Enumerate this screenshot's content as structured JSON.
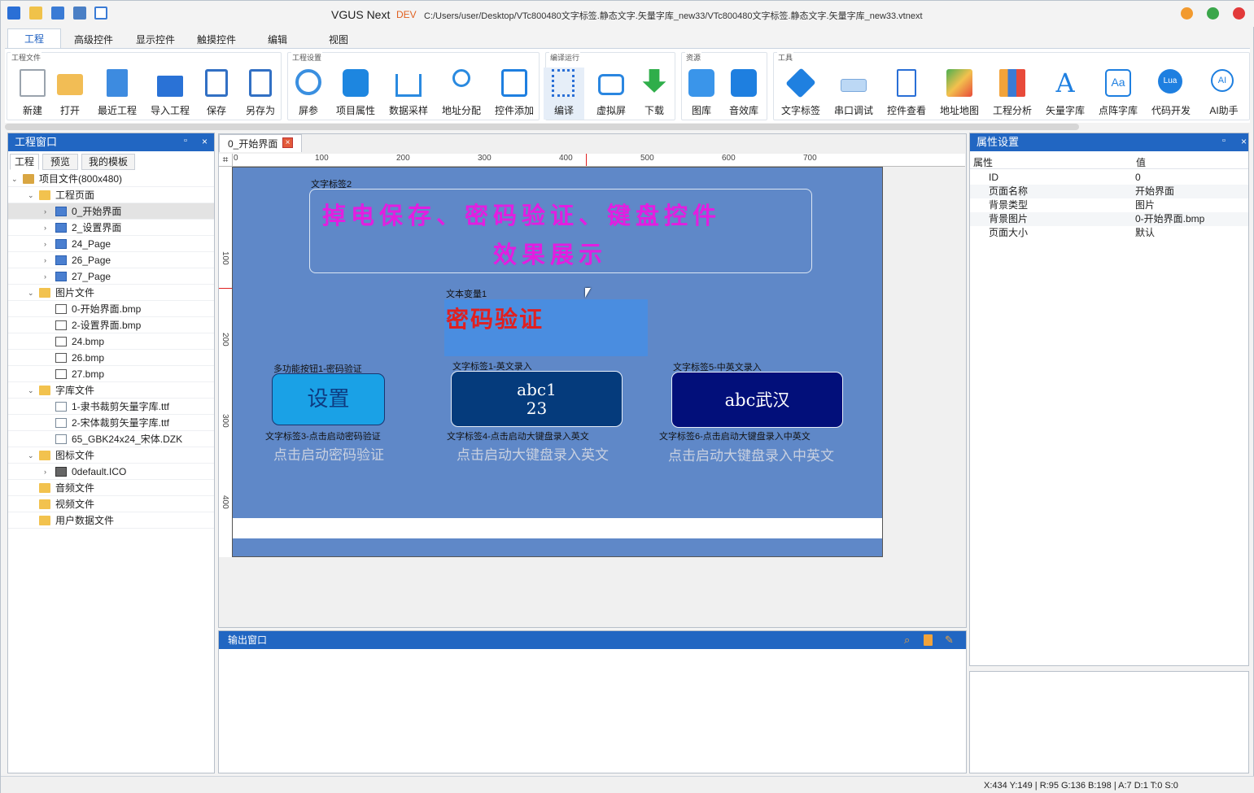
{
  "app": {
    "name": "VGUS Next",
    "edition": "DEV",
    "path": "C:/Users/user/Desktop/VTc800480文字标签.静态文字.矢量字库_new33/VTc800480文字标签.静态文字.矢量字库_new33.vtnext"
  },
  "menu": [
    "工程",
    "高级控件",
    "显示控件",
    "触摸控件",
    "编辑",
    "视图"
  ],
  "ribbon": {
    "groups": [
      {
        "title": "工程文件",
        "buttons": [
          {
            "label": "新建",
            "icon": "new-file-icon"
          },
          {
            "label": "打开",
            "icon": "open-folder-icon"
          },
          {
            "label": "最近工程",
            "icon": "recent-project-icon"
          },
          {
            "label": "导入工程",
            "icon": "import-project-icon"
          },
          {
            "label": "保存",
            "icon": "save-icon"
          },
          {
            "label": "另存为",
            "icon": "save-as-icon"
          }
        ]
      },
      {
        "title": "工程设置",
        "buttons": [
          {
            "label": "屏参",
            "icon": "screen-params-icon"
          },
          {
            "label": "项目属性",
            "icon": "project-properties-icon"
          },
          {
            "label": "数据采样",
            "icon": "data-sampling-icon"
          },
          {
            "label": "地址分配",
            "icon": "address-allocation-icon"
          },
          {
            "label": "控件添加",
            "icon": "add-control-icon"
          }
        ]
      },
      {
        "title": "编译运行",
        "buttons": [
          {
            "label": "编译",
            "icon": "compile-icon"
          },
          {
            "label": "虚拟屏",
            "icon": "virtual-screen-icon"
          },
          {
            "label": "下载",
            "icon": "download-icon"
          }
        ]
      },
      {
        "title": "资源",
        "buttons": [
          {
            "label": "图库",
            "icon": "image-library-icon"
          },
          {
            "label": "音效库",
            "icon": "sound-library-icon"
          }
        ]
      },
      {
        "title": "工具",
        "buttons": [
          {
            "label": "文字标签",
            "icon": "text-tag-icon"
          },
          {
            "label": "串口调试",
            "icon": "serial-debug-icon"
          },
          {
            "label": "控件查看",
            "icon": "control-view-icon"
          },
          {
            "label": "地址地图",
            "icon": "address-map-icon"
          },
          {
            "label": "工程分析",
            "icon": "project-analysis-icon"
          },
          {
            "label": "矢量字库",
            "icon": "vector-font-icon"
          },
          {
            "label": "点阵字库",
            "icon": "bitmap-font-icon"
          },
          {
            "label": "代码开发",
            "icon": "lua-code-icon"
          },
          {
            "label": "AI助手",
            "icon": "ai-assistant-icon"
          }
        ]
      }
    ]
  },
  "left_panel": {
    "title": "工程窗口",
    "tabs": [
      "工程",
      "预览",
      "我的模板"
    ],
    "tree": [
      {
        "label": "项目文件(800x480)",
        "level": 0,
        "expand": "open",
        "icon": "project-icon"
      },
      {
        "label": "工程页面",
        "level": 1,
        "expand": "open",
        "icon": "folder-icon"
      },
      {
        "label": "0_开始界面",
        "level": 2,
        "expand": "closed",
        "icon": "page-icon",
        "selected": true
      },
      {
        "label": "2_设置界面",
        "level": 2,
        "expand": "closed",
        "icon": "page-icon"
      },
      {
        "label": "24_Page",
        "level": 2,
        "expand": "closed",
        "icon": "page-icon"
      },
      {
        "label": "26_Page",
        "level": 2,
        "expand": "closed",
        "icon": "page-icon"
      },
      {
        "label": "27_Page",
        "level": 2,
        "expand": "closed",
        "icon": "page-icon"
      },
      {
        "label": "图片文件",
        "level": 1,
        "expand": "open",
        "icon": "folder-icon"
      },
      {
        "label": "0-开始界面.bmp",
        "level": 2,
        "expand": "none",
        "icon": "image-file-icon"
      },
      {
        "label": "2-设置界面.bmp",
        "level": 2,
        "expand": "none",
        "icon": "image-file-icon"
      },
      {
        "label": "24.bmp",
        "level": 2,
        "expand": "none",
        "icon": "image-file-icon"
      },
      {
        "label": "26.bmp",
        "level": 2,
        "expand": "none",
        "icon": "image-file-icon"
      },
      {
        "label": "27.bmp",
        "level": 2,
        "expand": "none",
        "icon": "image-file-icon"
      },
      {
        "label": "字库文件",
        "level": 1,
        "expand": "open",
        "icon": "folder-icon"
      },
      {
        "label": "1-隶书裁剪矢量字库.ttf",
        "level": 2,
        "expand": "none",
        "icon": "font-file-icon"
      },
      {
        "label": "2-宋体裁剪矢量字库.ttf",
        "level": 2,
        "expand": "none",
        "icon": "font-file-icon"
      },
      {
        "label": "65_GBK24x24_宋体.DZK",
        "level": 2,
        "expand": "none",
        "icon": "font-file-icon"
      },
      {
        "label": "图标文件",
        "level": 1,
        "expand": "open",
        "icon": "folder-icon"
      },
      {
        "label": "0default.ICO",
        "level": 2,
        "expand": "closed",
        "icon": "ico-file-icon"
      },
      {
        "label": "音频文件",
        "level": 1,
        "expand": "none",
        "icon": "folder-icon"
      },
      {
        "label": "视频文件",
        "level": 1,
        "expand": "none",
        "icon": "folder-icon"
      },
      {
        "label": "用户数据文件",
        "level": 1,
        "expand": "none",
        "icon": "folder-icon"
      }
    ]
  },
  "editor": {
    "tab_label": "0_开始界面",
    "ruler_h": [
      "0",
      "100",
      "200",
      "300",
      "400",
      "500",
      "600",
      "700"
    ],
    "ruler_v": [
      "100",
      "200",
      "300",
      "400"
    ],
    "canvas": {
      "title_tag_name": "文字标签2",
      "title_line1": "掉电保存、密码验证、键盘控件",
      "title_line2": "效果展示",
      "pwd_var_name": "文本变量1",
      "pwd_text": "密码验证",
      "btn1_name": "多功能按钮1-密码验证",
      "btn1_text": "设置",
      "btn2_name": "文字标签1-英文录入",
      "btn2_line1": "abc1",
      "btn2_line2": "23",
      "btn3_name": "文字标签5-中英文录入",
      "btn3_text": "abc武汉",
      "hint1_name": "文字标签3-点击启动密码验证",
      "hint1_text": "点击启动密码验证",
      "hint2_name": "文字标签4-点击启动大键盘录入英文",
      "hint2_text": "点击启动大键盘录入英文",
      "hint3_name": "文字标签6-点击启动大键盘录入中英文",
      "hint3_text": "点击启动大键盘录入中英文"
    }
  },
  "output": {
    "title": "输出窗口"
  },
  "right_panel": {
    "title": "属性设置",
    "col_property": "属性",
    "col_value": "值",
    "rows": [
      {
        "name": "ID",
        "value": "0"
      },
      {
        "name": "页面名称",
        "value": "开始界面"
      },
      {
        "name": "背景类型",
        "value": "图片"
      },
      {
        "name": "背景图片",
        "value": "0-开始界面.bmp"
      },
      {
        "name": "页面大小",
        "value": "默认"
      }
    ]
  },
  "status": {
    "text": "X:434  Y:149  |  R:95 G:136 B:198  |  A:7  D:1  T:0  S:0"
  },
  "colors": {
    "accent": "#2166c2",
    "canvas_bg": "#5f88c8",
    "title_magenta": "#e21ee0",
    "pwd_red": "#e02020"
  }
}
